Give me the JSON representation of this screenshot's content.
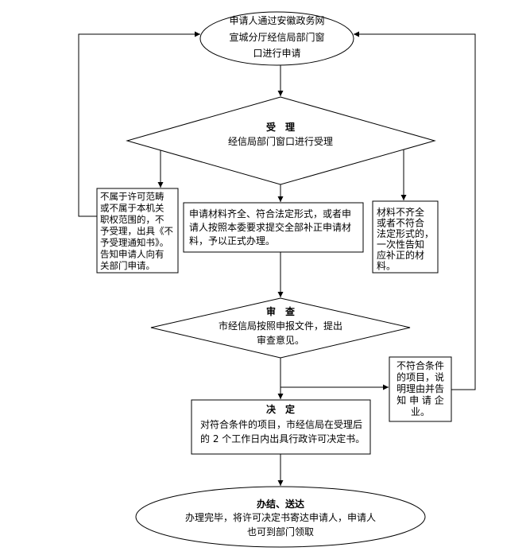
{
  "nodes": {
    "start": {
      "lines": [
        "申请人通过安徽政务网",
        "宣城分厅经信局部门窗",
        "口进行申请"
      ]
    },
    "accept": {
      "title": "受　理",
      "lines": [
        "经信局部门窗口进行受理"
      ]
    },
    "reject": {
      "lines": [
        "不属于许可范畴",
        "或不属于本机关",
        "职权范围的，不",
        "予受理，出具《不",
        "予受理通知书》。",
        "告知申请人向有",
        "关部门申请。"
      ]
    },
    "formal": {
      "lines": [
        "申请材料齐全、符合法定形式，或者申",
        "请人按照本委要求提交全部补正申请材",
        "料，予以正式办理。"
      ]
    },
    "supplement": {
      "lines": [
        "材料不齐全",
        "或者不符合",
        "法定形式的，",
        "一次性告知",
        "应补正的材",
        "料。"
      ]
    },
    "review": {
      "title": "审　查",
      "lines": [
        "市经信局按照申报文件，提出",
        "审查意见。"
      ]
    },
    "not_qualified": {
      "lines": [
        "不符合条件",
        "的项目，说",
        "明理由并告",
        "知 申 请 企",
        "业。"
      ]
    },
    "decision": {
      "title": "决　定",
      "lines": [
        "对符合条件的项目，市经信局在受理后",
        "的 2 个工作日内出具行政许可决定书。"
      ]
    },
    "finish": {
      "title": "办结、送达",
      "lines": [
        "办理完毕，将许可决定书寄达申请人，申请人",
        "也可到部门领取"
      ]
    }
  }
}
